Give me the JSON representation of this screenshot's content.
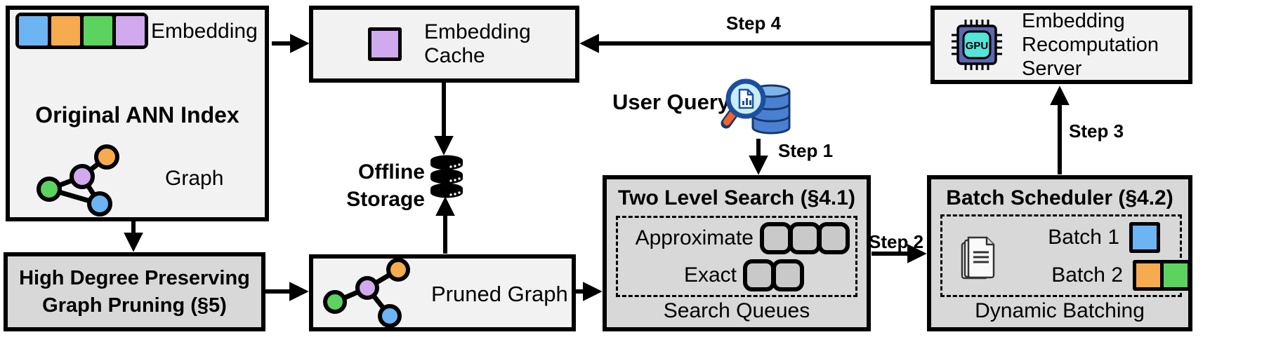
{
  "diagram": {
    "original_ann_index": {
      "title": "Original ANN Index",
      "embedding_label": "Embedding",
      "graph_label": "Graph"
    },
    "graph_pruning": {
      "line1": "High Degree Preserving",
      "line2": "Graph Pruning (§5)"
    },
    "embedding_cache": {
      "line1": "Embedding",
      "line2": "Cache"
    },
    "offline_storage": {
      "line1": "Offline",
      "line2": "Storage"
    },
    "pruned_graph": {
      "label": "Pruned Graph"
    },
    "user_query": {
      "label": "User Query"
    },
    "two_level_search": {
      "title": "Two Level Search (§4.1)",
      "row1_label": "Approximate",
      "row2_label": "Exact",
      "row1_slots": 3,
      "row2_slots": 2,
      "footer": "Search Queues"
    },
    "batch_scheduler": {
      "title": "Batch Scheduler (§4.2)",
      "row1_label": "Batch 1",
      "row2_label": "Batch 2",
      "footer": "Dynamic Batching"
    },
    "recomputation_server": {
      "line1": "Embedding",
      "line2": "Recomputation",
      "line3": "Server",
      "gpu_label": "GPU"
    },
    "steps": {
      "s1": "Step 1",
      "s2": "Step 2",
      "s3": "Step 3",
      "s4": "Step 4"
    }
  },
  "colors": {
    "blue": "#6db5f2",
    "orange": "#f6ab4f",
    "green": "#5cd35e",
    "purple": "#d0a9ef",
    "light_box": "#f2f2f2",
    "dark_box": "#d8d8d8",
    "slot_fill": "#c9c9c9",
    "gpu_chip": "#5d68ae",
    "gpu_core": "#57e3d8",
    "query_db": "#4a80d2",
    "query_db_top": "#7db4ea",
    "query_db_outline": "#17386b",
    "query_lens": "#c8edf8",
    "query_rim": "#1b4f9e",
    "query_handle": "#f2622e"
  }
}
